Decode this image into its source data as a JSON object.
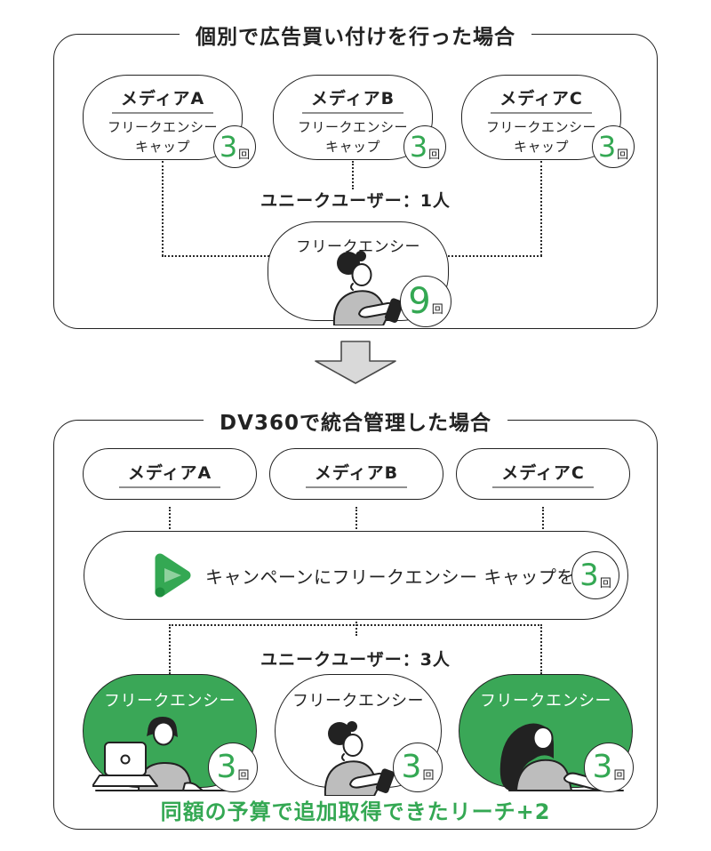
{
  "section1": {
    "title": "個別で広告買い付けを行った場合",
    "media": [
      {
        "name": "メディアA",
        "cap_line1": "フリークエンシー",
        "cap_line2": "キャップ",
        "count": "3",
        "unit": "回"
      },
      {
        "name": "メディアB",
        "cap_line1": "フリークエンシー",
        "cap_line2": "キャップ",
        "count": "3",
        "unit": "回"
      },
      {
        "name": "メディアC",
        "cap_line1": "フリークエンシー",
        "cap_line2": "キャップ",
        "count": "3",
        "unit": "回"
      }
    ],
    "unique_users": "ユニークユーザー：1人",
    "result": {
      "label": "フリークエンシー",
      "count": "9",
      "unit": "回",
      "figure": "phone-woman"
    }
  },
  "section2": {
    "title": "DV360で統合管理した場合",
    "media": [
      {
        "name": "メディアA"
      },
      {
        "name": "メディアB"
      },
      {
        "name": "メディアC"
      }
    ],
    "campaign": {
      "icon": "dv360-play-icon",
      "label": "キャンペーンにフリークエンシー キャップを設定",
      "count": "3",
      "unit": "回"
    },
    "unique_users": "ユニークユーザー：3人",
    "results": [
      {
        "label": "フリークエンシー",
        "count": "3",
        "unit": "回",
        "variant": "green",
        "figure": "laptop-man"
      },
      {
        "label": "フリークエンシー",
        "count": "3",
        "unit": "回",
        "variant": "white",
        "figure": "phone-woman"
      },
      {
        "label": "フリークエンシー",
        "count": "3",
        "unit": "回",
        "variant": "green",
        "figure": "mouse-woman"
      }
    ],
    "footnote": "同額の予算で追加取得できたリーチ+2"
  },
  "icons": {
    "between_sections": "down-arrow-icon"
  },
  "colors": {
    "green_text": "#34a853",
    "green_bubble": "#3aa757",
    "arrow_fill": "#d9d9d9",
    "outline": "#222222",
    "underline": "#8f8f8f"
  }
}
